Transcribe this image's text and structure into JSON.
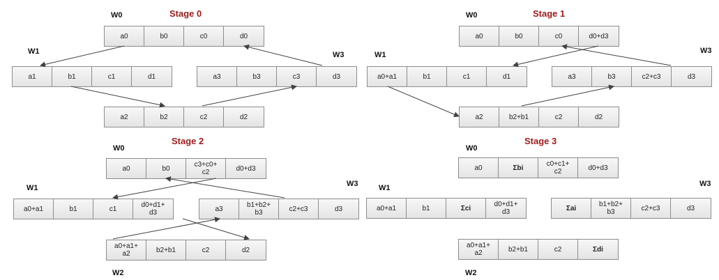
{
  "colors": {
    "stage_title": "#9b1c1c",
    "cell_border": "#8c8c8c",
    "arrow": "#404040"
  },
  "stages": [
    {
      "title": "Stage 0",
      "rows": [
        {
          "worker": "W0",
          "cells": [
            "a0",
            "b0",
            "c0",
            "d0"
          ]
        },
        {
          "worker": "W1",
          "cells": [
            "a1",
            "b1",
            "c1",
            "d1"
          ]
        },
        {
          "worker": "W3",
          "cells": [
            "a3",
            "b3",
            "c3",
            "d3"
          ]
        },
        {
          "worker": "",
          "cells": [
            "a2",
            "b2",
            "c2",
            "d2"
          ]
        }
      ]
    },
    {
      "title": "Stage 1",
      "rows": [
        {
          "worker": "W0",
          "cells": [
            "a0",
            "b0",
            "c0",
            "d0+d3"
          ]
        },
        {
          "worker": "W1",
          "cells": [
            "a0+a1",
            "b1",
            "c1",
            "d1"
          ]
        },
        {
          "worker": "W3",
          "cells": [
            "a3",
            "b3",
            "c2+c3",
            "d3"
          ]
        },
        {
          "worker": "",
          "cells": [
            "a2",
            "b2+b1",
            "c2",
            "d2"
          ]
        }
      ]
    },
    {
      "title": "Stage 2",
      "rows": [
        {
          "worker": "W0",
          "cells": [
            "a0",
            "b0",
            "c3+c0+\nc2",
            "d0+d3"
          ]
        },
        {
          "worker": "W1",
          "cells": [
            "a0+a1",
            "b1",
            "c1",
            "d0+d1+\nd3"
          ]
        },
        {
          "worker": "W3",
          "cells": [
            "a3",
            "b1+b2+\nb3",
            "c2+c3",
            "d3"
          ]
        },
        {
          "worker": "W2",
          "cells": [
            "a0+a1+\na2",
            "b2+b1",
            "c2",
            "d2"
          ]
        }
      ]
    },
    {
      "title": "Stage 3",
      "rows": [
        {
          "worker": "W0",
          "cells": [
            "a0",
            "Σbi",
            "c0+c1+\nc2",
            "d0+d3"
          ]
        },
        {
          "worker": "W1",
          "cells": [
            "a0+a1",
            "b1",
            "Σci",
            "d0+d1+\nd3"
          ]
        },
        {
          "worker": "W3",
          "cells": [
            "Σai",
            "b1+b2+\nb3",
            "c2+c3",
            "d3"
          ]
        },
        {
          "worker": "W2",
          "cells": [
            "a0+a1+\na2",
            "b2+b1",
            "c2",
            "Σdi"
          ]
        }
      ]
    }
  ]
}
